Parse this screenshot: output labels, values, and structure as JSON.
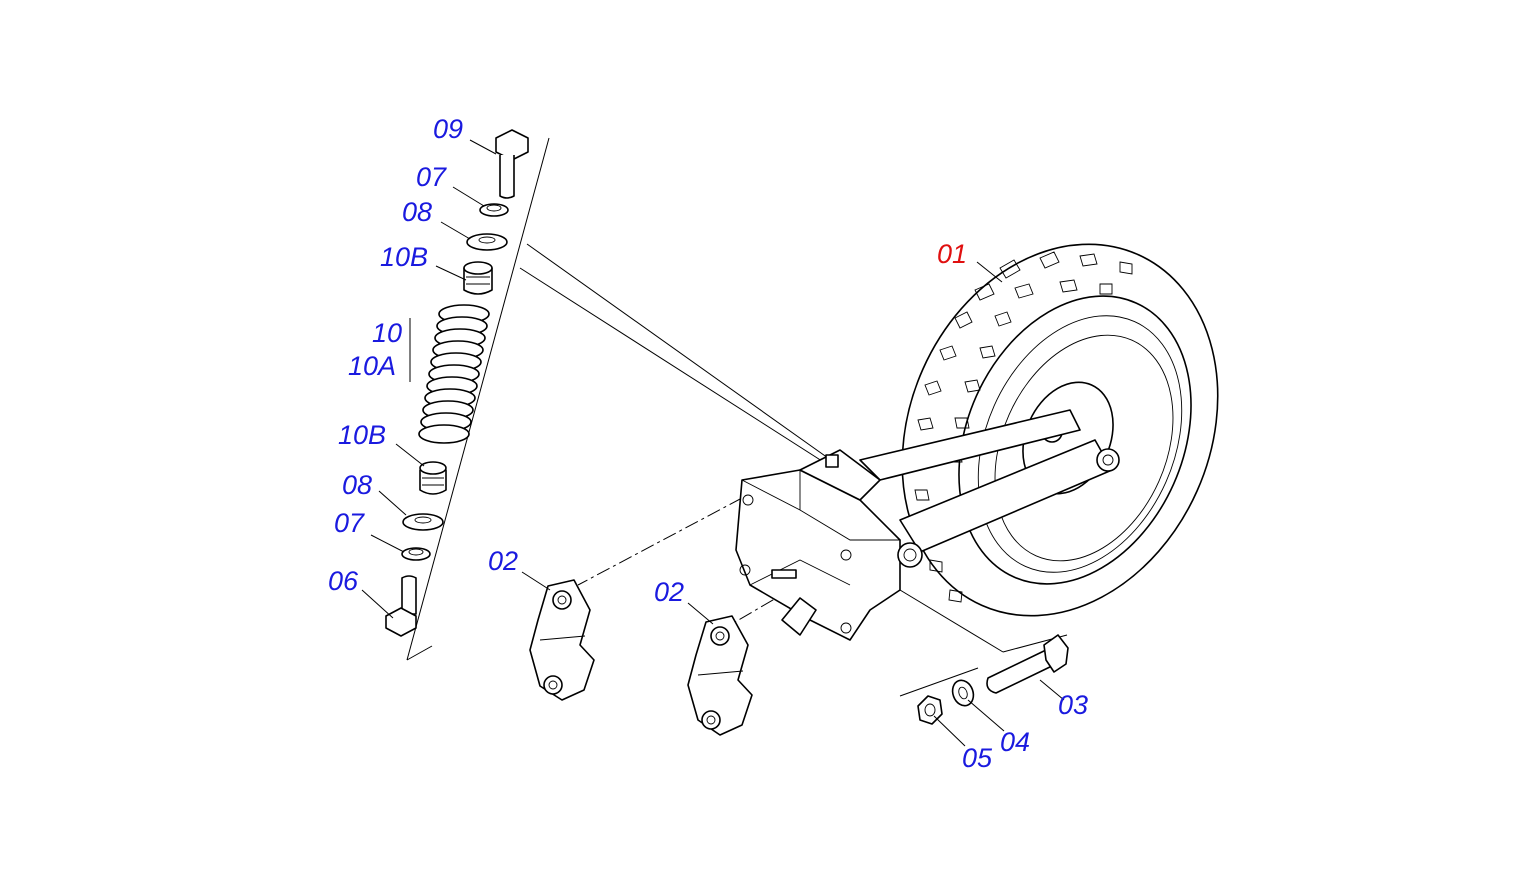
{
  "colors": {
    "callout": "#1a1adf",
    "callout_highlight": "#e01010",
    "lines": "#000000"
  },
  "callouts": {
    "c09": "09",
    "c07a": "07",
    "c08a": "08",
    "c10Ba": "10B",
    "c10": "10",
    "c10A": "10A",
    "c10Bb": "10B",
    "c08b": "08",
    "c07b": "07",
    "c06": "06",
    "c01": "01",
    "c02a": "02",
    "c02b": "02",
    "c03": "03",
    "c04": "04",
    "c05": "05"
  }
}
